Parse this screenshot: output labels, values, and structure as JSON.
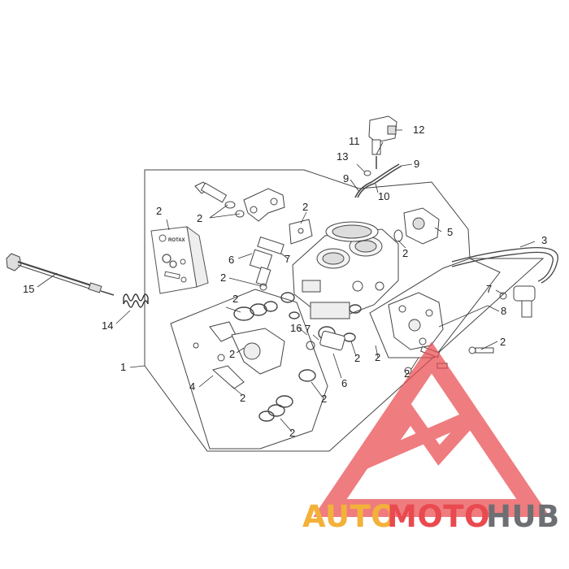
{
  "callouts": [
    {
      "id": "c1",
      "text": "1"
    },
    {
      "id": "c2a",
      "text": "2"
    },
    {
      "id": "c2b",
      "text": "2"
    },
    {
      "id": "c2c",
      "text": "2"
    },
    {
      "id": "c2d",
      "text": "2"
    },
    {
      "id": "c2e",
      "text": "2"
    },
    {
      "id": "c2f",
      "text": "2"
    },
    {
      "id": "c2g",
      "text": "2"
    },
    {
      "id": "c2h",
      "text": "2"
    },
    {
      "id": "c2i",
      "text": "2"
    },
    {
      "id": "c2j",
      "text": "2"
    },
    {
      "id": "c2k",
      "text": "2"
    },
    {
      "id": "c2l",
      "text": "2"
    },
    {
      "id": "c2m",
      "text": "2"
    },
    {
      "id": "c2n",
      "text": "2"
    },
    {
      "id": "c3",
      "text": "3"
    },
    {
      "id": "c4",
      "text": "4"
    },
    {
      "id": "c5",
      "text": "5"
    },
    {
      "id": "c6a",
      "text": "6"
    },
    {
      "id": "c6b",
      "text": "6"
    },
    {
      "id": "c7a",
      "text": "7"
    },
    {
      "id": "c7b",
      "text": "7"
    },
    {
      "id": "c7c",
      "text": "7"
    },
    {
      "id": "c8",
      "text": "8"
    },
    {
      "id": "c9a",
      "text": "9"
    },
    {
      "id": "c9b",
      "text": "9"
    },
    {
      "id": "c10",
      "text": "10"
    },
    {
      "id": "c11",
      "text": "11"
    },
    {
      "id": "c12",
      "text": "12"
    },
    {
      "id": "c13",
      "text": "13"
    },
    {
      "id": "c14",
      "text": "14"
    },
    {
      "id": "c15",
      "text": "15"
    },
    {
      "id": "c16",
      "text": "16"
    }
  ],
  "kit_label": "ROTAX",
  "watermark": {
    "part1": "AUTO",
    "part2": "MOTO",
    "part3": "HUB",
    "color1": "#f3b13a",
    "color2": "#e94a4f",
    "color3": "#6d6f73"
  },
  "colors": {
    "line": "#333333",
    "logo_triangle": "#e94a4f"
  }
}
